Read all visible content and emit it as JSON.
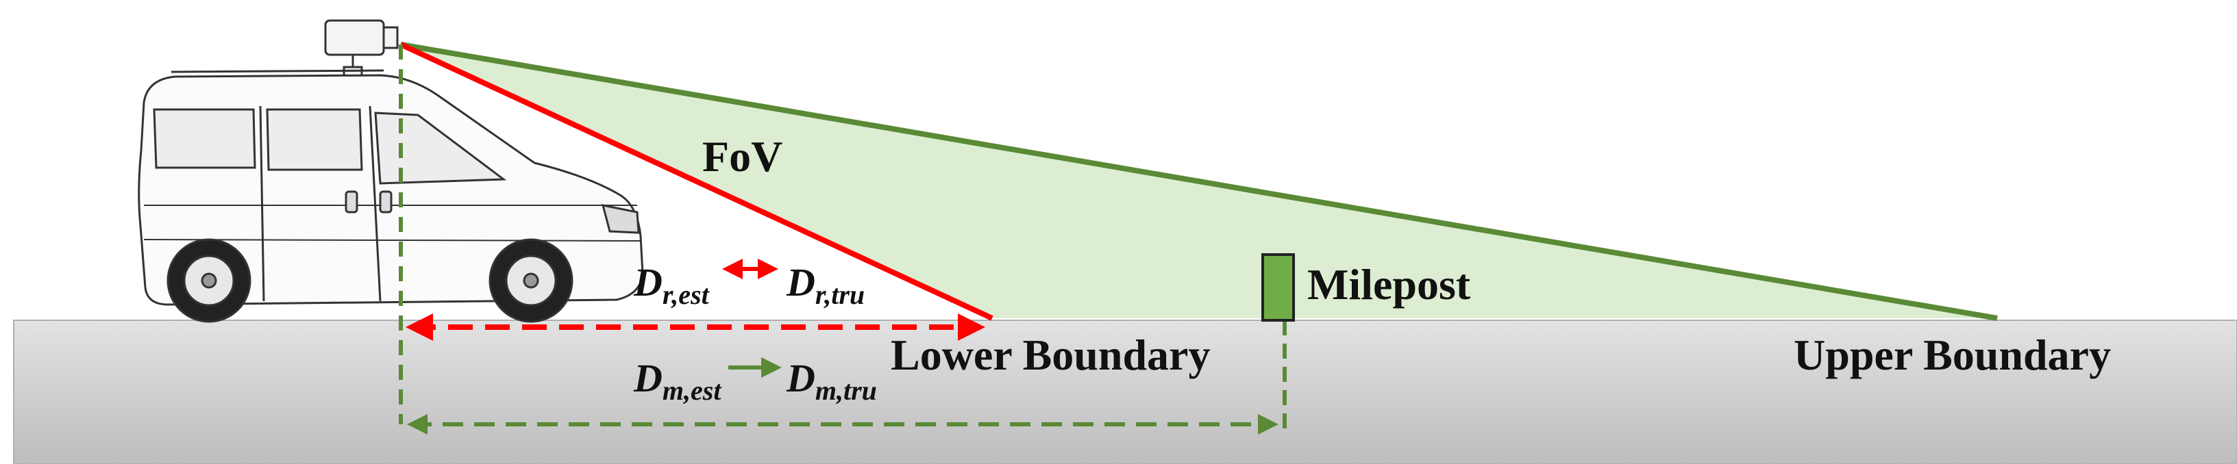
{
  "labels": {
    "fov": "FoV",
    "milepost": "Milepost",
    "lower_boundary": "Lower Boundary",
    "upper_boundary": "Upper Boundary"
  },
  "math": {
    "dr_est": {
      "base": "D",
      "sub": "r,est"
    },
    "dr_tru": {
      "base": "D",
      "sub": "r,tru"
    },
    "dm_est": {
      "base": "D",
      "sub": "m,est"
    },
    "dm_tru": {
      "base": "D",
      "sub": "m,tru"
    }
  },
  "colors": {
    "ground": "#cfcfcf",
    "fov_fill": "#dcedd2",
    "green": "#5a8a35",
    "red": "#ff0000",
    "milepost": "#70ad47"
  }
}
